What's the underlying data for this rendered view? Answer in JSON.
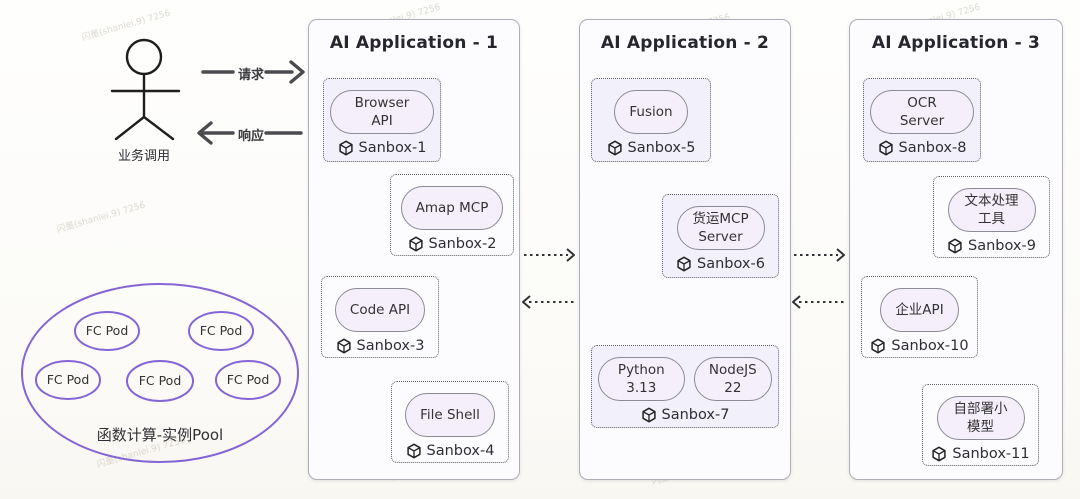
{
  "watermark": "闪墨(shanlei.9) 7256",
  "colors": {
    "pool_purple": "#8465d6",
    "pill_bg": "#f5effc",
    "pill_border": "#8b8b94",
    "arrow_dark": "#4b4b4f",
    "panel_border": "#aeaeb7"
  },
  "actor": {
    "label": "业务调用",
    "request_label": "请求",
    "response_label": "响应"
  },
  "pool": {
    "label": "函数计算-实例Pool",
    "pods": [
      "FC Pod",
      "FC Pod",
      "FC Pod",
      "FC Pod",
      "FC Pod"
    ]
  },
  "panels": [
    {
      "title": "AI Application - 1"
    },
    {
      "title": "AI Application - 2"
    },
    {
      "title": "AI Application - 3"
    }
  ],
  "boxes": [
    {
      "service": "Browser API",
      "sandbox": "Sanbox-1"
    },
    {
      "service": "Amap MCP",
      "sandbox": "Sanbox-2"
    },
    {
      "service": "Code API",
      "sandbox": "Sanbox-3"
    },
    {
      "service": "File Shell",
      "sandbox": "Sanbox-4"
    },
    {
      "service": "Fusion",
      "sandbox": "Sanbox-5"
    },
    {
      "service": "货运MCP Server",
      "sandbox": "Sanbox-6"
    },
    {
      "service": "Python 3.13",
      "service2": "NodeJS 22",
      "sandbox": "Sanbox-7"
    },
    {
      "service": "OCR Server",
      "sandbox": "Sanbox-8"
    },
    {
      "service": "文本处理工具",
      "sandbox": "Sanbox-9"
    },
    {
      "service": "企业API",
      "sandbox": "Sanbox-10"
    },
    {
      "service": "自部署小模型",
      "sandbox": "Sanbox-11"
    }
  ]
}
